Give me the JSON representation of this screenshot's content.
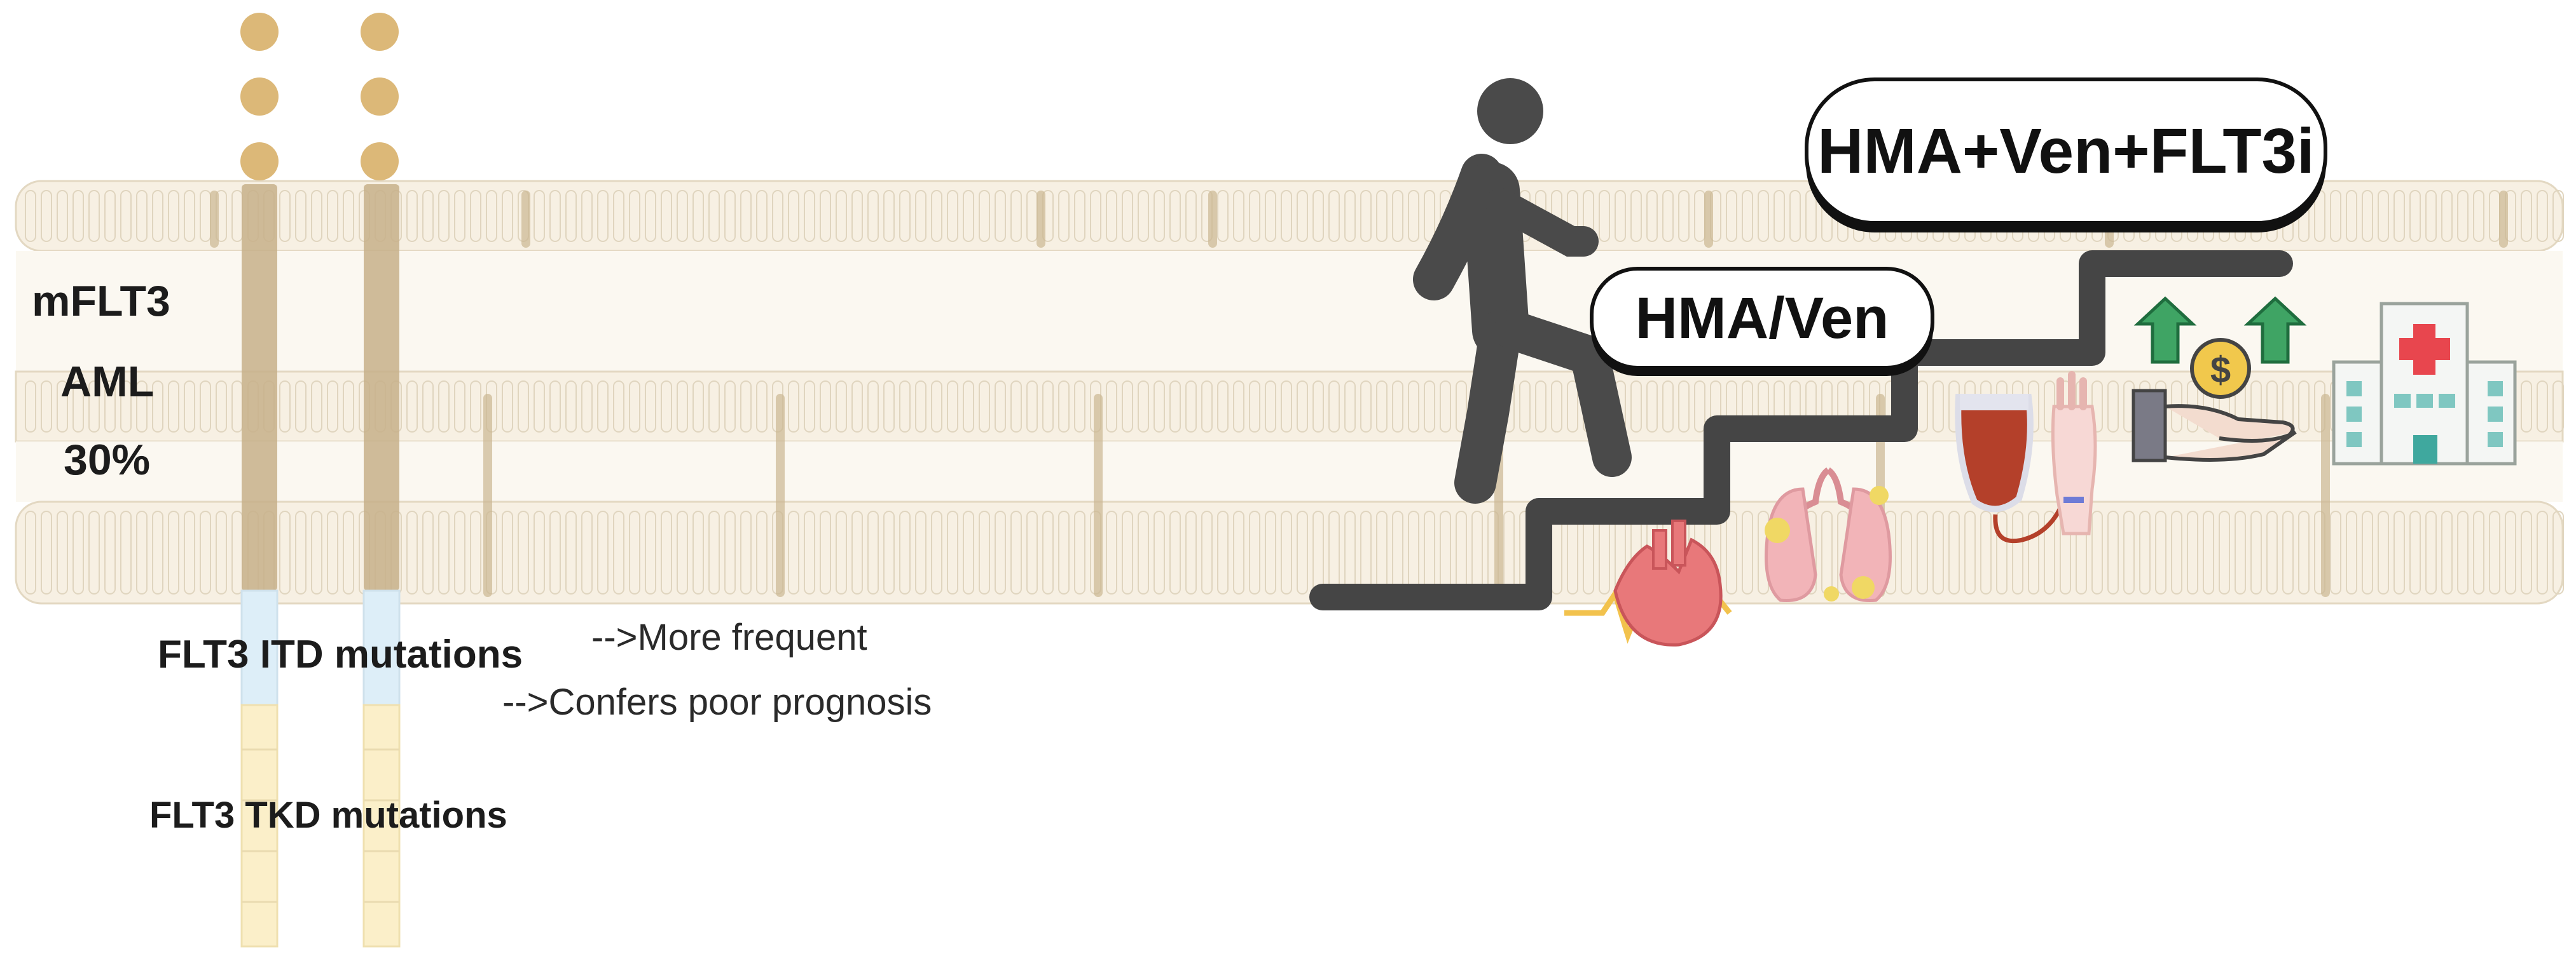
{
  "labels": {
    "mflt3": "mFLT3",
    "aml": "AML",
    "percent": "30%",
    "itd": "FLT3 ITD mutations",
    "tkd": "FLT3 TKD mutations",
    "note_frequent": "-->More frequent",
    "note_prognosis": "-->Confers poor prognosis"
  },
  "pills": {
    "hma_ven": "HMA/Ven",
    "hma_ven_flt3i": "HMA+Ven+FLT3i"
  },
  "icons": [
    "walking-person-icon",
    "heart-icon",
    "lungs-icon",
    "blood-bag-icon",
    "money-hand-icon",
    "hospital-icon"
  ],
  "colors": {
    "membrane_fill": "#f6efe2",
    "membrane_stroke": "#ddd0b6",
    "receptor": "#c9b48e",
    "ligand": "#dcb878",
    "itd_segment": "#ddeef8",
    "tkd_segment": "#fbefc9",
    "stairs": "#454545",
    "heart": "#e8787a",
    "lungs": "#f2b4b8",
    "blood": "#b4402a",
    "arrow_green": "#2e8b57",
    "coin": "#f1c84c"
  }
}
